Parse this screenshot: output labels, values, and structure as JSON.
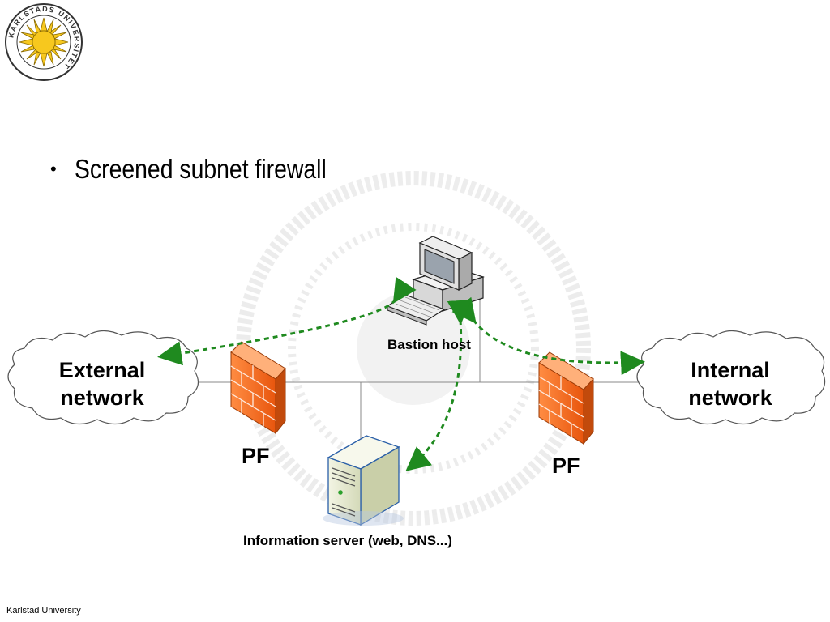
{
  "slide": {
    "bullet": "Screened subnet firewall",
    "footer": "Karlstad University"
  },
  "logo": {
    "ring_text": "KARLSTADS UNIVERSITET",
    "colors": {
      "sun": "#f7c81e",
      "ring": "#333333"
    }
  },
  "diagram": {
    "external_network": {
      "line1": "External",
      "line2": "network"
    },
    "internal_network": {
      "line1": "Internal",
      "line2": "network"
    },
    "firewall_left_label": "PF",
    "firewall_right_label": "PF",
    "bastion_label": "Bastion host",
    "server_label": "Information server (web, DNS...)",
    "colors": {
      "arrow": "#1f8a1f",
      "firewall": "#f26b21",
      "firewall_dark": "#c24a0c",
      "link": "#888888"
    },
    "icons": [
      "cloud-icon",
      "firewall-icon",
      "computer-icon",
      "server-icon"
    ]
  }
}
